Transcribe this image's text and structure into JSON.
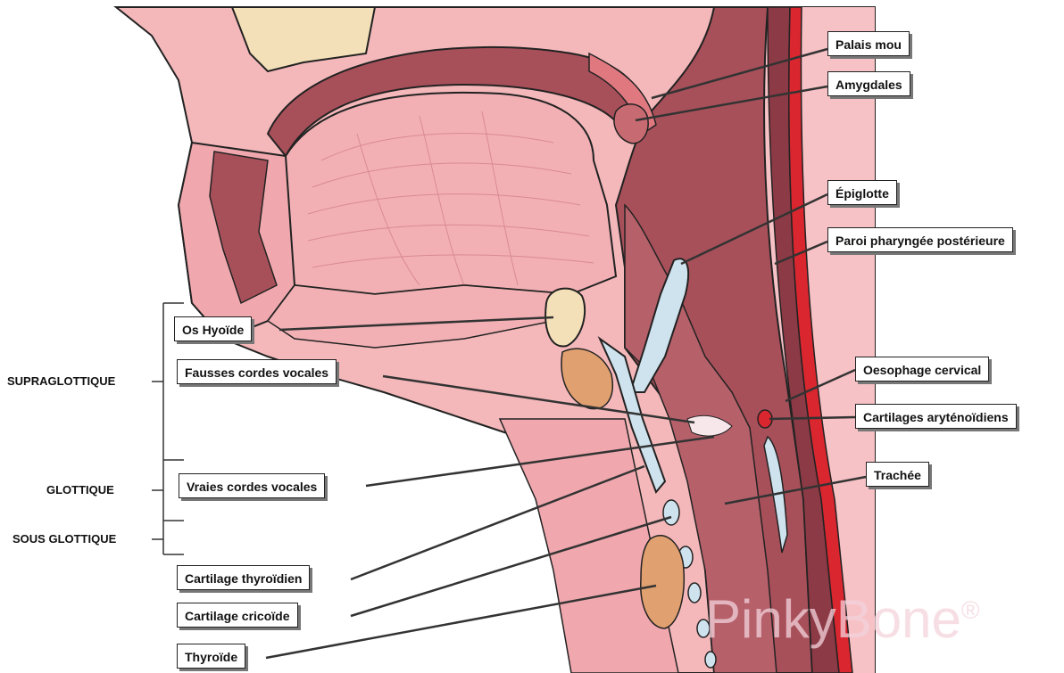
{
  "labels": {
    "palais_mou": "Palais mou",
    "amygdales": "Amygdales",
    "epiglotte": "Épiglotte",
    "paroi_pharyngee": "Paroi pharyngée postérieure",
    "os_hyoide": "Os Hyoïde",
    "fausses_cordes": "Fausses cordes vocales",
    "oesophage": "Oesophage cervical",
    "cartilages_aryt": "Cartilages aryténoïdiens",
    "vraies_cordes": "Vraies cordes vocales",
    "trachee": "Trachée",
    "cartilage_thyroidien": "Cartilage thyroïdien",
    "cartilage_cricoide": "Cartilage cricoïde",
    "thyroide": "Thyroïde"
  },
  "regions": {
    "supraglottique": "SUPRAGLOTTIQUE",
    "glottique": "GLOTTIQUE",
    "sous_glottique": "SOUS GLOTTIQUE"
  },
  "watermark": {
    "text": "PinkyBone",
    "mark": "®"
  },
  "colors": {
    "skin": "#f3b6b6",
    "tissue": "#e99aa2",
    "muscle": "#a8505a",
    "deep_muscle": "#8c3a45",
    "cartilage": "#cfe3ef",
    "bone": "#f4e0b8",
    "gland": "#e0a070",
    "artery": "#d9262f"
  }
}
